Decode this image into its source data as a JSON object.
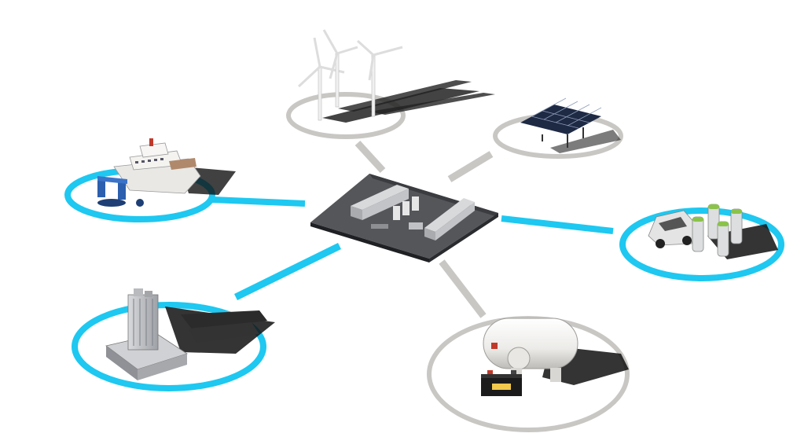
{
  "colors": {
    "renewable": "#c9c7c4",
    "application": "#1ec8f0",
    "hub_top": "#55565a",
    "hub_frame": "#2a2b2e"
  },
  "hub": {
    "name": "central-energy-hub",
    "icon": "hydrogen-plant-icon"
  },
  "nodes": [
    {
      "id": "wind",
      "icon": "wind-turbine-icon",
      "kind": "renewable"
    },
    {
      "id": "solar",
      "icon": "solar-panel-icon",
      "kind": "renewable"
    },
    {
      "id": "storage",
      "icon": "storage-tank-icon",
      "kind": "renewable"
    },
    {
      "id": "port",
      "icon": "ship-icon",
      "kind": "application"
    },
    {
      "id": "mobility",
      "icon": "fuel-station-icon",
      "kind": "application"
    },
    {
      "id": "industry",
      "icon": "factory-icon",
      "kind": "application"
    }
  ]
}
